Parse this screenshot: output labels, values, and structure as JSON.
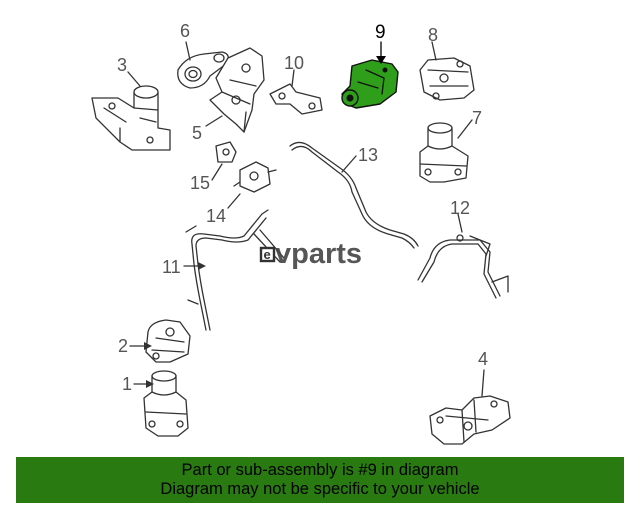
{
  "callouts": {
    "c1": "1",
    "c2": "2",
    "c3": "3",
    "c4": "4",
    "c5": "5",
    "c6": "6",
    "c7": "7",
    "c8": "8",
    "c9": "9",
    "c10": "10",
    "c11": "11",
    "c12": "12",
    "c13": "13",
    "c14": "14",
    "c15": "15"
  },
  "highlight_color": "#2f9e1a",
  "watermark": {
    "text": "vparts",
    "logo_letter": "e"
  },
  "banner": {
    "line1": "Part or sub-assembly is #9 in diagram",
    "line2": "Diagram may not be specific to your vehicle",
    "background": "#2a7a12"
  }
}
